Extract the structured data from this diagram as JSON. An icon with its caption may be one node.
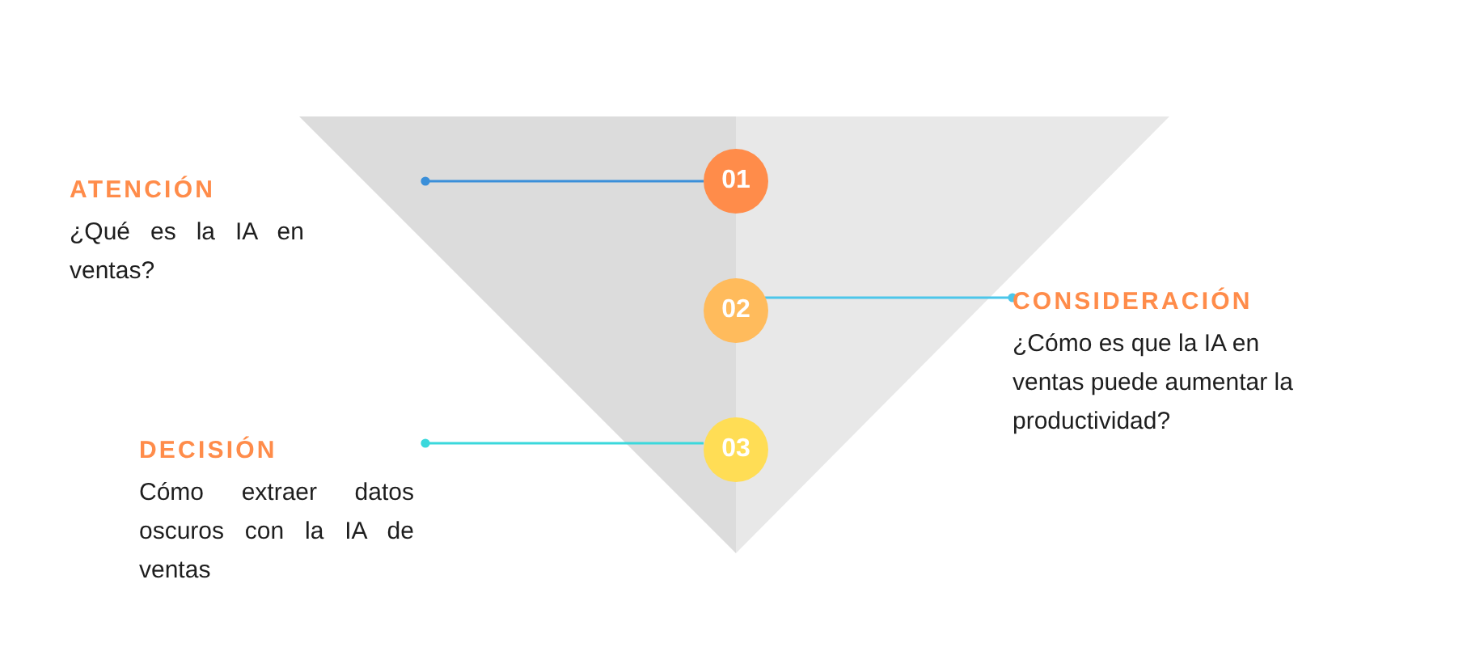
{
  "diagram": {
    "nodes": [
      {
        "text": [
          "01"
        ]
      },
      {
        "text": [
          "ATENCIÓN",
          "¿Qué es la IA en ventas?"
        ]
      },
      {
        "text": [
          "02"
        ]
      },
      {
        "text": [
          "CONSIDERACIÓN",
          "¿Cómo es que la IA en ventas puede aumentar la productividad?"
        ]
      },
      {
        "text": [
          "03"
        ]
      },
      {
        "text": [
          "DECISIÓN",
          "Cómo extraer datos oscuros con la IA de ventas"
        ]
      }
    ],
    "edges": [
      {
        "from": 0,
        "to": 1,
        "arrow": "other",
        "color": "#3a8fd9"
      },
      {
        "from": 2,
        "to": 3,
        "arrow": "other",
        "color": "#4cc6ea"
      },
      {
        "from": 4,
        "to": 5,
        "arrow": "other",
        "color": "#3ad8dc"
      }
    ]
  }
}
